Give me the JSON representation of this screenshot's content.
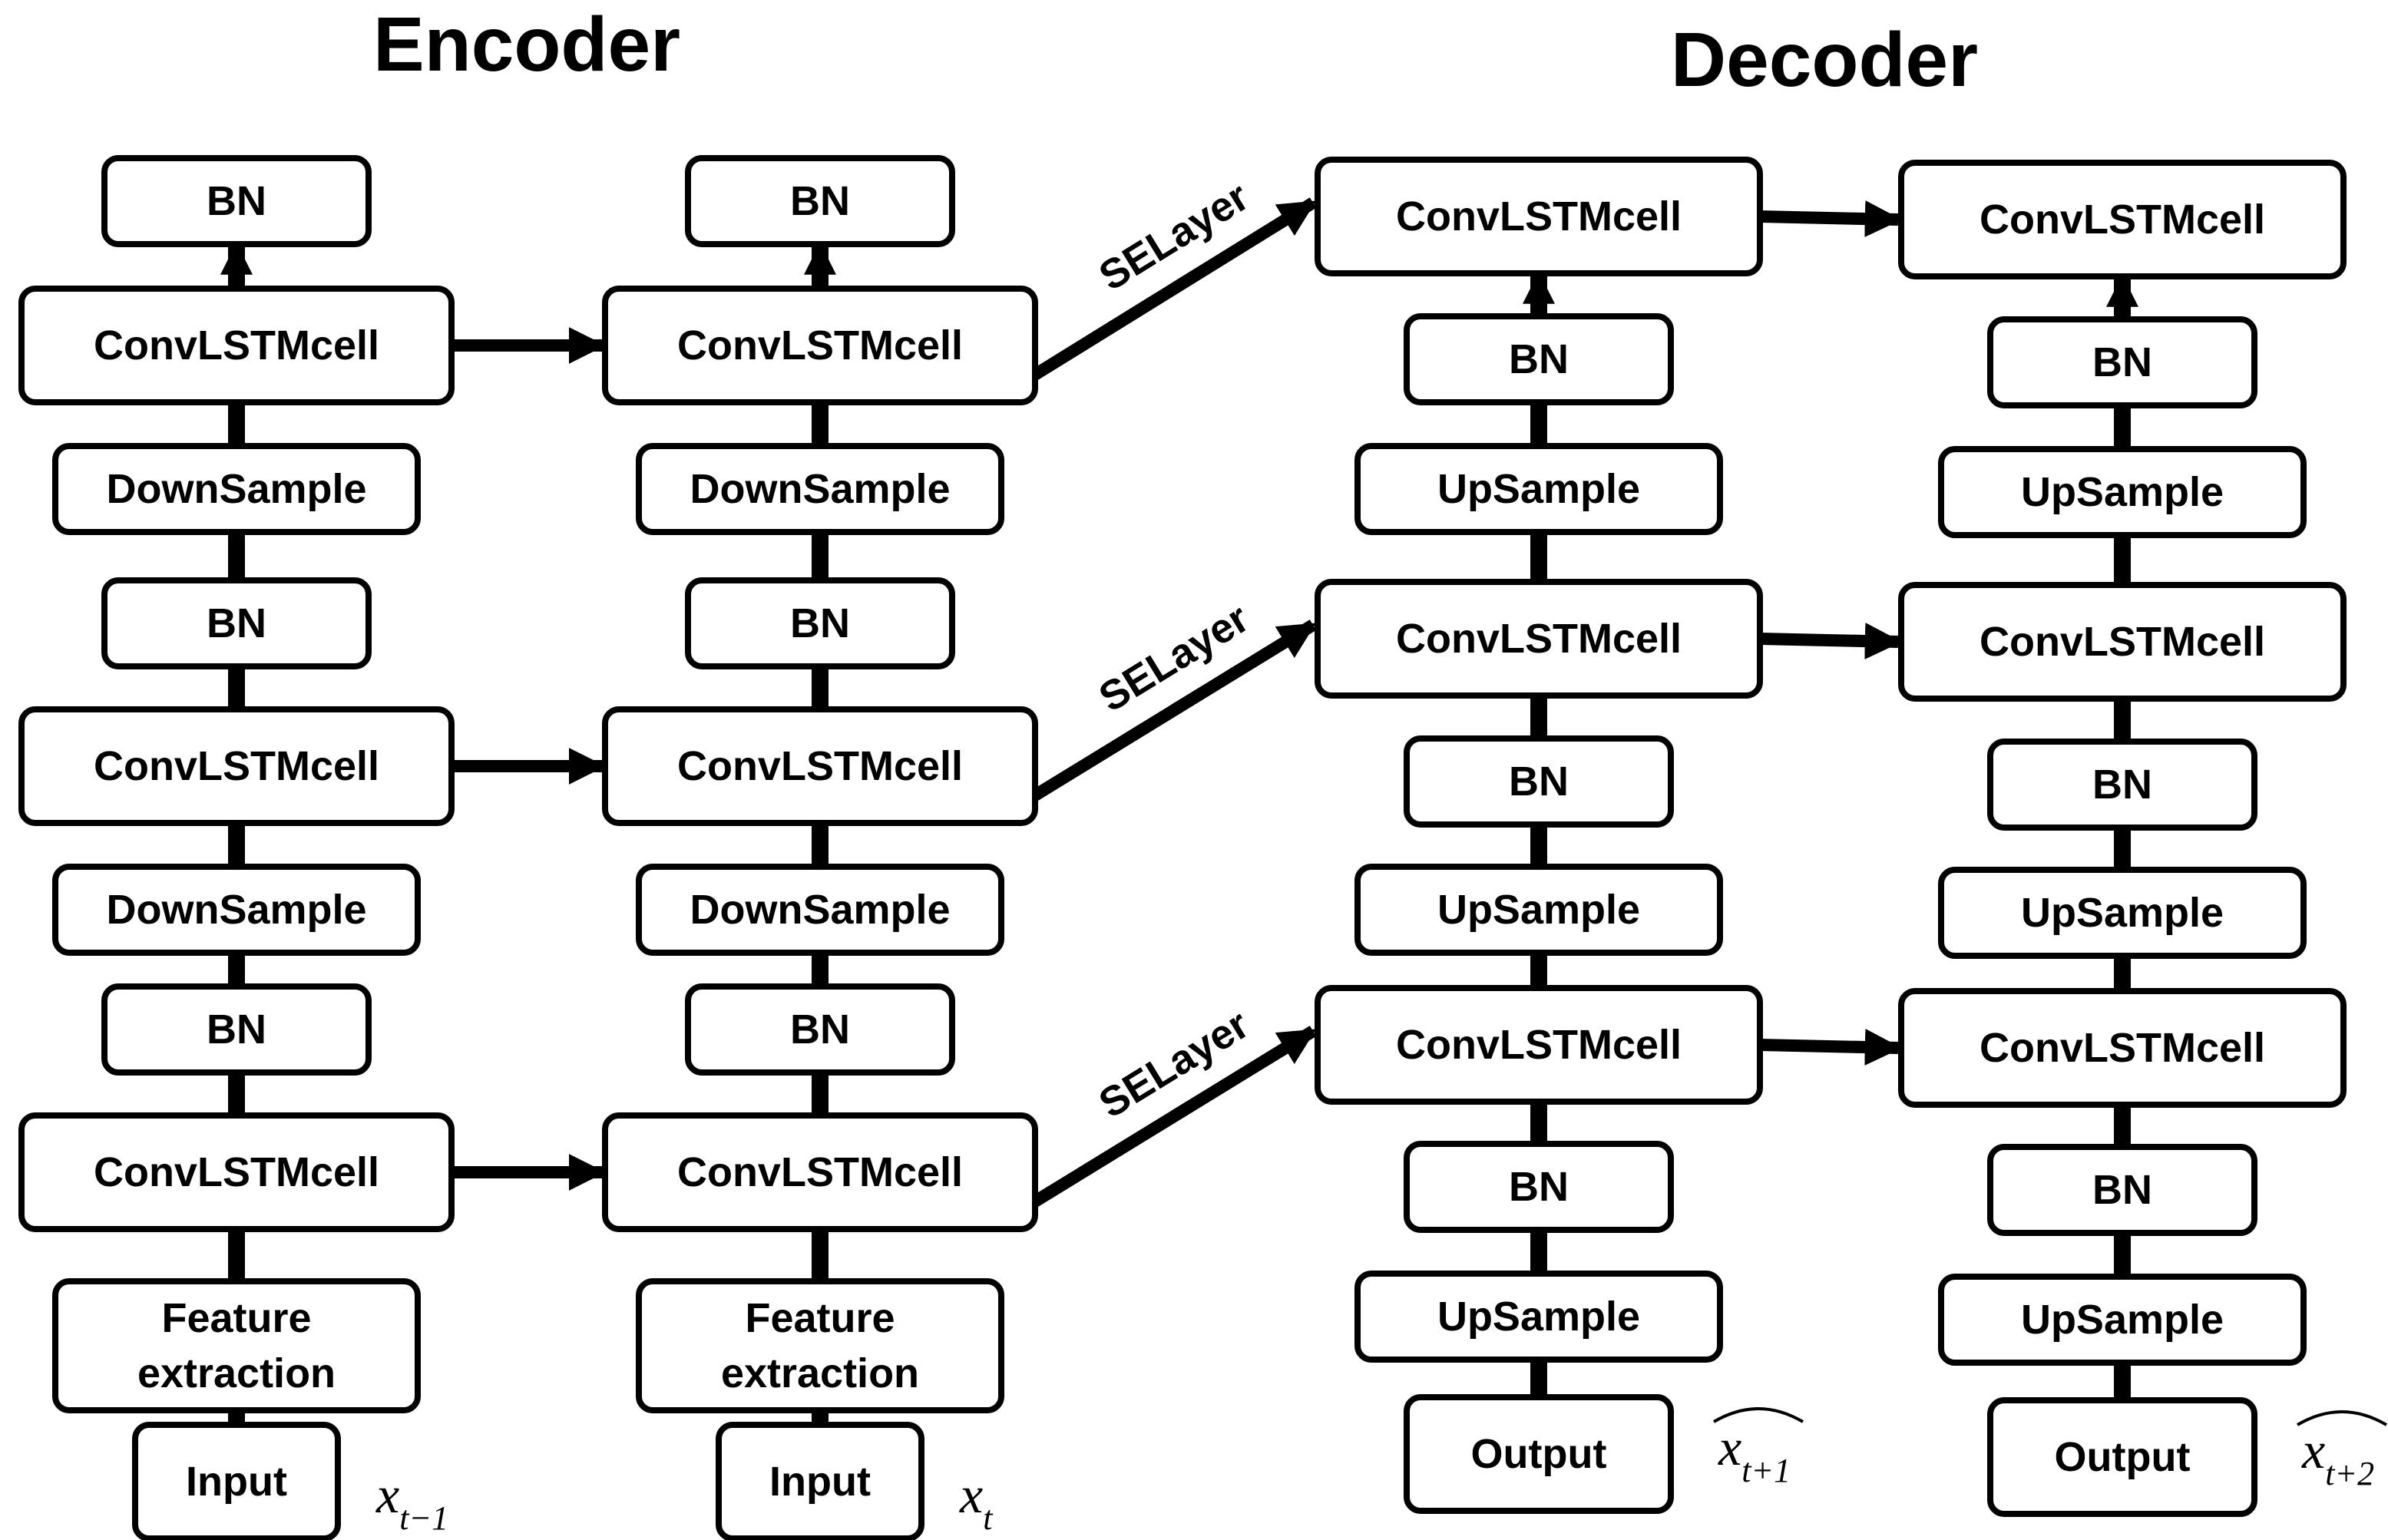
{
  "sections": {
    "encoder": "Encoder",
    "decoder": "Decoder"
  },
  "encoder": {
    "columns": [
      {
        "layers": [
          "BN",
          "ConvLSTMcell",
          "DownSample",
          "BN",
          "ConvLSTMcell",
          "DownSample",
          "BN",
          "ConvLSTMcell",
          "Feature extraction",
          "Input"
        ],
        "input_symbol": {
          "base": "x",
          "sub": "t−1"
        }
      },
      {
        "layers": [
          "BN",
          "ConvLSTMcell",
          "DownSample",
          "BN",
          "ConvLSTMcell",
          "DownSample",
          "BN",
          "ConvLSTMcell",
          "Feature extraction",
          "Input"
        ],
        "input_symbol": {
          "base": "x",
          "sub": "t"
        }
      }
    ]
  },
  "decoder": {
    "columns": [
      {
        "layers": [
          "ConvLSTMcell",
          "BN",
          "UpSample",
          "ConvLSTMcell",
          "BN",
          "UpSample",
          "ConvLSTMcell",
          "BN",
          "UpSample",
          "Output"
        ],
        "output_symbol": {
          "base": "x",
          "sub": "t+1"
        }
      },
      {
        "layers": [
          "ConvLSTMcell",
          "BN",
          "UpSample",
          "ConvLSTMcell",
          "BN",
          "UpSample",
          "ConvLSTMcell",
          "BN",
          "UpSample",
          "Output"
        ],
        "output_symbol": {
          "base": "x",
          "sub": "t+2"
        }
      }
    ]
  },
  "connectors": {
    "se_labels": [
      "SELayer",
      "SELayer",
      "SELayer"
    ]
  }
}
